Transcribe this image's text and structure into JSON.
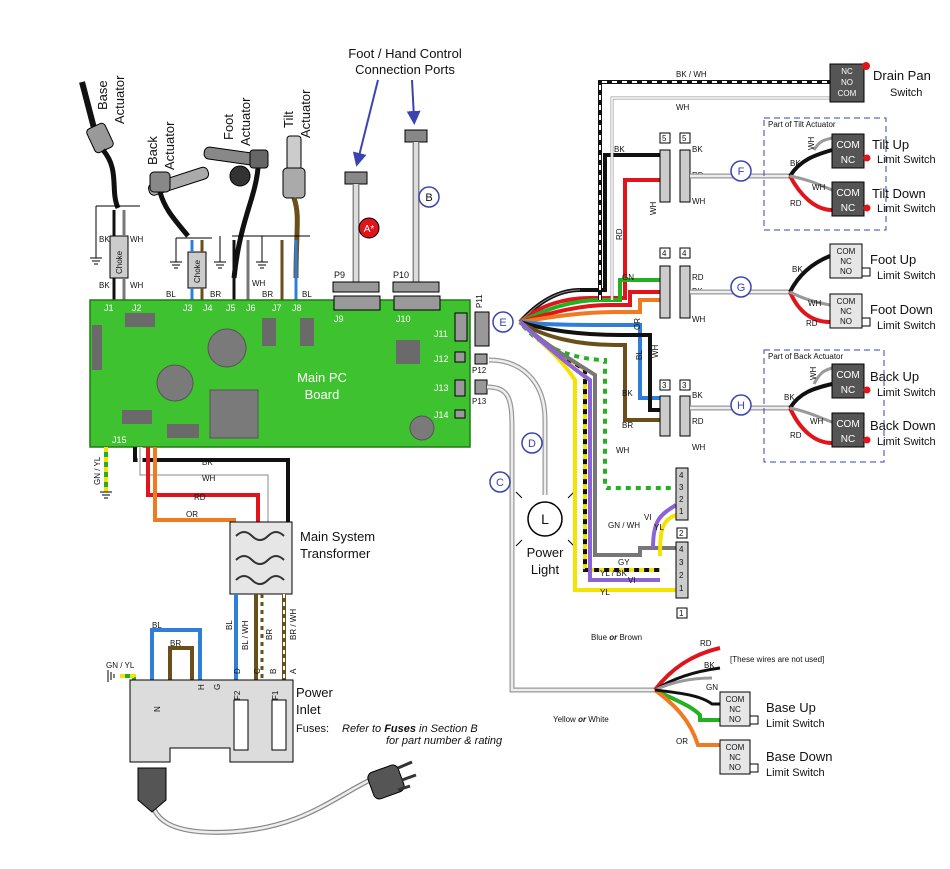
{
  "top": {
    "ports_title_line1": "Foot / Hand Control",
    "ports_title_line2": "Connection Ports",
    "drain_pan": "Drain Pan",
    "switch_word": "Switch"
  },
  "actuators": {
    "base": [
      "Base",
      "Actuator"
    ],
    "back": [
      "Back",
      "Actuator"
    ],
    "foot": [
      "Foot",
      "Actuator"
    ],
    "tilt": [
      "Tilt",
      "Actuator"
    ],
    "choke": "Choke"
  },
  "board": {
    "title_line1": "Main PC",
    "title_line2": "Board",
    "jacks": [
      "J1",
      "J2",
      "J3",
      "J4",
      "J5",
      "J6",
      "J7",
      "J8",
      "J9",
      "J10",
      "J11",
      "J12",
      "J13",
      "J14",
      "J15"
    ],
    "plugs": [
      "P9",
      "P10",
      "P11",
      "P12",
      "P13"
    ]
  },
  "wires": {
    "BK": "BK",
    "WH": "WH",
    "BL": "BL",
    "BR": "BR",
    "RD": "RD",
    "GN": "GN",
    "OR": "OR",
    "YL": "YL",
    "VI": "VI",
    "GY": "GY",
    "BKWH": "BK / WH",
    "GNYL": "GN / YL",
    "GNWH": "GN / WH",
    "YLBK": "YL / BK",
    "BLWH": "BL / WH",
    "BRWH": "BR / WH"
  },
  "callouts": {
    "A": "A*",
    "B": "B",
    "C": "C",
    "D": "D",
    "E": "E",
    "F": "F",
    "G": "G",
    "H": "H",
    "L": "L"
  },
  "switches": {
    "part_of_tilt": "Part of Tilt Actuator",
    "part_of_back": "Part of Back Actuator",
    "tilt_up": "Tilt Up",
    "tilt_down": "Tilt Down",
    "foot_up": "Foot Up",
    "foot_down": "Foot Down",
    "back_up": "Back Up",
    "back_down": "Back Down",
    "base_up": "Base Up",
    "base_down": "Base Down",
    "limit_switch": "Limit Switch",
    "com": "COM",
    "nc": "NC",
    "no": "NO"
  },
  "transformer": [
    "Main System",
    "Transformer"
  ],
  "power_light": [
    "Power",
    "Light"
  ],
  "power_inlet": {
    "title": [
      "Power",
      "Inlet"
    ],
    "fuses_label": "Fuses:",
    "fuses_note_1a": "Refer to ",
    "fuses_note_1b": "Fuses",
    "fuses_note_1c": " in Section B",
    "fuses_note_2": "for part number & rating",
    "pins": [
      "N",
      "H",
      "G",
      "D",
      "C",
      "B",
      "A"
    ],
    "fuse_names": [
      "F2",
      "F1"
    ]
  },
  "base_notes": {
    "blue_or_brown_a": "Blue ",
    "blue_or_brown_b": "or",
    "blue_or_brown_c": " Brown",
    "yellow_or_white_a": "Yellow ",
    "yellow_or_white_b": "or",
    "yellow_or_white_c": " White",
    "unused": "[These wires are not used]"
  },
  "connector_numbers": [
    "5",
    "5",
    "4",
    "4",
    "3",
    "3",
    "4",
    "3",
    "2",
    "1",
    "2",
    "1"
  ],
  "colors": {
    "board": "#3fc22f",
    "black": "#111111",
    "red": "#e1141c",
    "green": "#23b021",
    "orange": "#f07a20",
    "blue": "#2f7fd8",
    "brown": "#6b4f1a",
    "yellow": "#f4e200",
    "violet": "#8c62d8",
    "gray": "#d8d8d8",
    "callout": "#3a44b0"
  }
}
